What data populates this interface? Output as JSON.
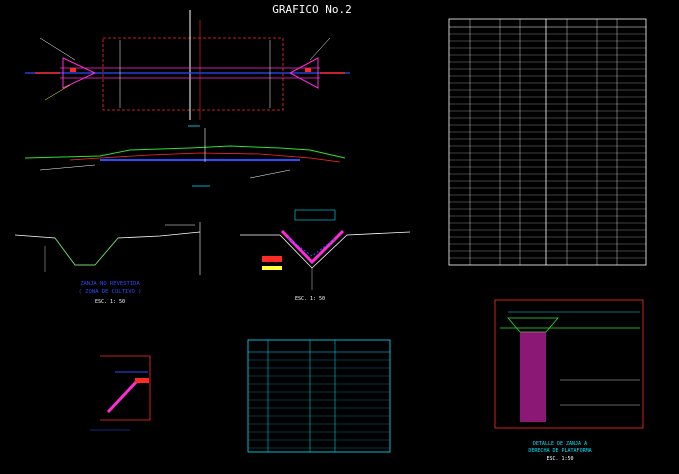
{
  "title": "GRAFICO No.2",
  "labels": {
    "scale_1_50_left": "ESC. 1: 50",
    "scale_1_50_mid": "ESC. 1: 50",
    "zanja_line1": "ZANJA NO REVESTIDA",
    "zanja_line2": "( ZONA DE CULTIVO )",
    "detalle_line1": "DETALLE DE ZANJA A",
    "detalle_line2": "DERECHA DE PLATAFORMA",
    "detalle_scale": "ESC. 1:50"
  },
  "colors": {
    "background": "#000000",
    "cyan": "#00e5ff",
    "magenta": "#ff2bd6",
    "red": "#ff2a2a",
    "yellow": "#ffff3a",
    "green": "#2fe02f",
    "blue": "#2a4cff",
    "white": "#ffffff"
  },
  "icons": [
    "plan-view-drawing",
    "longitudinal-profile-drawing",
    "ditch-section-drawing",
    "lined-ditch-section-drawing",
    "coordinates-table",
    "detail-table",
    "small-detail-drawing",
    "ditch-detail-drawing"
  ]
}
